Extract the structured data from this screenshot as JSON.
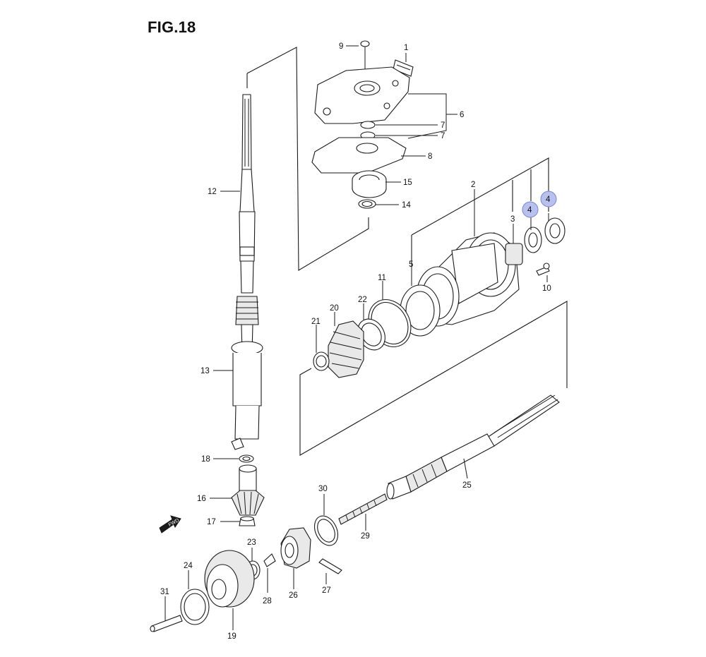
{
  "figure": {
    "title": "FIG.18"
  },
  "callouts": [
    {
      "id": "p1",
      "num": "1"
    },
    {
      "id": "p2",
      "num": "2"
    },
    {
      "id": "p3",
      "num": "3"
    },
    {
      "id": "p4a",
      "num": "4",
      "highlighted": true
    },
    {
      "id": "p4b",
      "num": "4",
      "highlighted": true
    },
    {
      "id": "p5",
      "num": "5"
    },
    {
      "id": "p6",
      "num": "6"
    },
    {
      "id": "p7a",
      "num": "7"
    },
    {
      "id": "p7b",
      "num": "7"
    },
    {
      "id": "p8",
      "num": "8"
    },
    {
      "id": "p9",
      "num": "9"
    },
    {
      "id": "p10",
      "num": "10"
    },
    {
      "id": "p11",
      "num": "11"
    },
    {
      "id": "p12",
      "num": "12"
    },
    {
      "id": "p13",
      "num": "13"
    },
    {
      "id": "p14",
      "num": "14"
    },
    {
      "id": "p15",
      "num": "15"
    },
    {
      "id": "p16",
      "num": "16"
    },
    {
      "id": "p17",
      "num": "17"
    },
    {
      "id": "p18",
      "num": "18"
    },
    {
      "id": "p19",
      "num": "19"
    },
    {
      "id": "p20",
      "num": "20"
    },
    {
      "id": "p21",
      "num": "21"
    },
    {
      "id": "p22",
      "num": "22"
    },
    {
      "id": "p23",
      "num": "23"
    },
    {
      "id": "p24",
      "num": "24"
    },
    {
      "id": "p25",
      "num": "25"
    },
    {
      "id": "p26",
      "num": "26"
    },
    {
      "id": "p27",
      "num": "27"
    },
    {
      "id": "p28",
      "num": "28"
    },
    {
      "id": "p29",
      "num": "29"
    },
    {
      "id": "p30",
      "num": "30"
    },
    {
      "id": "p31",
      "num": "31"
    }
  ],
  "direction_marker": {
    "text": "FWD",
    "icon": "fwd-arrow-icon"
  },
  "colors": {
    "highlight_fill": "#b8c0ee",
    "highlight_stroke": "#7b86d6",
    "ink": "#1a1a1a"
  }
}
